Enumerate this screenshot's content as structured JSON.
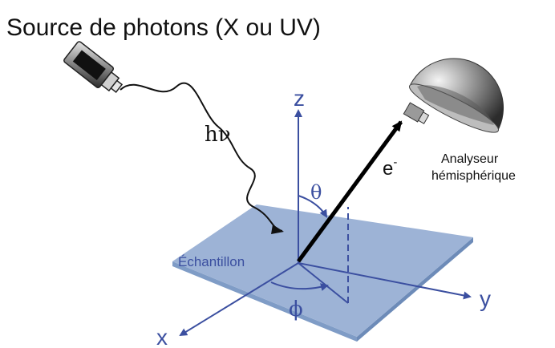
{
  "title": "Source de photons (X ou UV)",
  "labels": {
    "photon": "hν",
    "electron": "e",
    "electron_sup": "-",
    "analyzer_line1": "Analyseur",
    "analyzer_line2": "hémisphérique",
    "sample": "Échantillon",
    "theta": "θ",
    "phi": "ϕ",
    "axis_x": "x",
    "axis_y": "y",
    "axis_z": "z"
  },
  "colors": {
    "axis": "#3b4fa0",
    "sample_top": "#9db3d6",
    "sample_edge": "#7f9cc6",
    "text": "#111111"
  }
}
